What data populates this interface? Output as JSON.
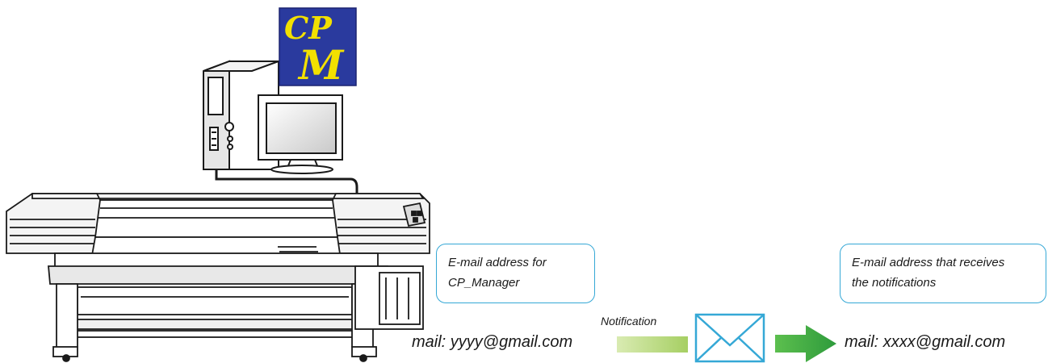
{
  "logo": {
    "line1": "CP",
    "line2": "M",
    "background": "#2a3a9e",
    "text_color": "#f2e000"
  },
  "sender_callout": {
    "line1": "E-mail address for",
    "line2": "CP_Manager"
  },
  "receiver_callout": {
    "line1": "E-mail address that receives",
    "line2": "the notifications"
  },
  "sender_mail": "mail: yyyy@gmail.com",
  "notification_label": "Notification",
  "receiver_mail": "mail: xxxx@gmail.com",
  "icons": [
    "computer-tower-icon",
    "monitor-icon",
    "printer-icon",
    "envelope-icon",
    "arrow-right-icon"
  ],
  "colors": {
    "callout_border": "#35a8d6",
    "envelope": "#35a8d6",
    "arrow_green": "#3aa84a",
    "bar_green": "#b9d878"
  }
}
